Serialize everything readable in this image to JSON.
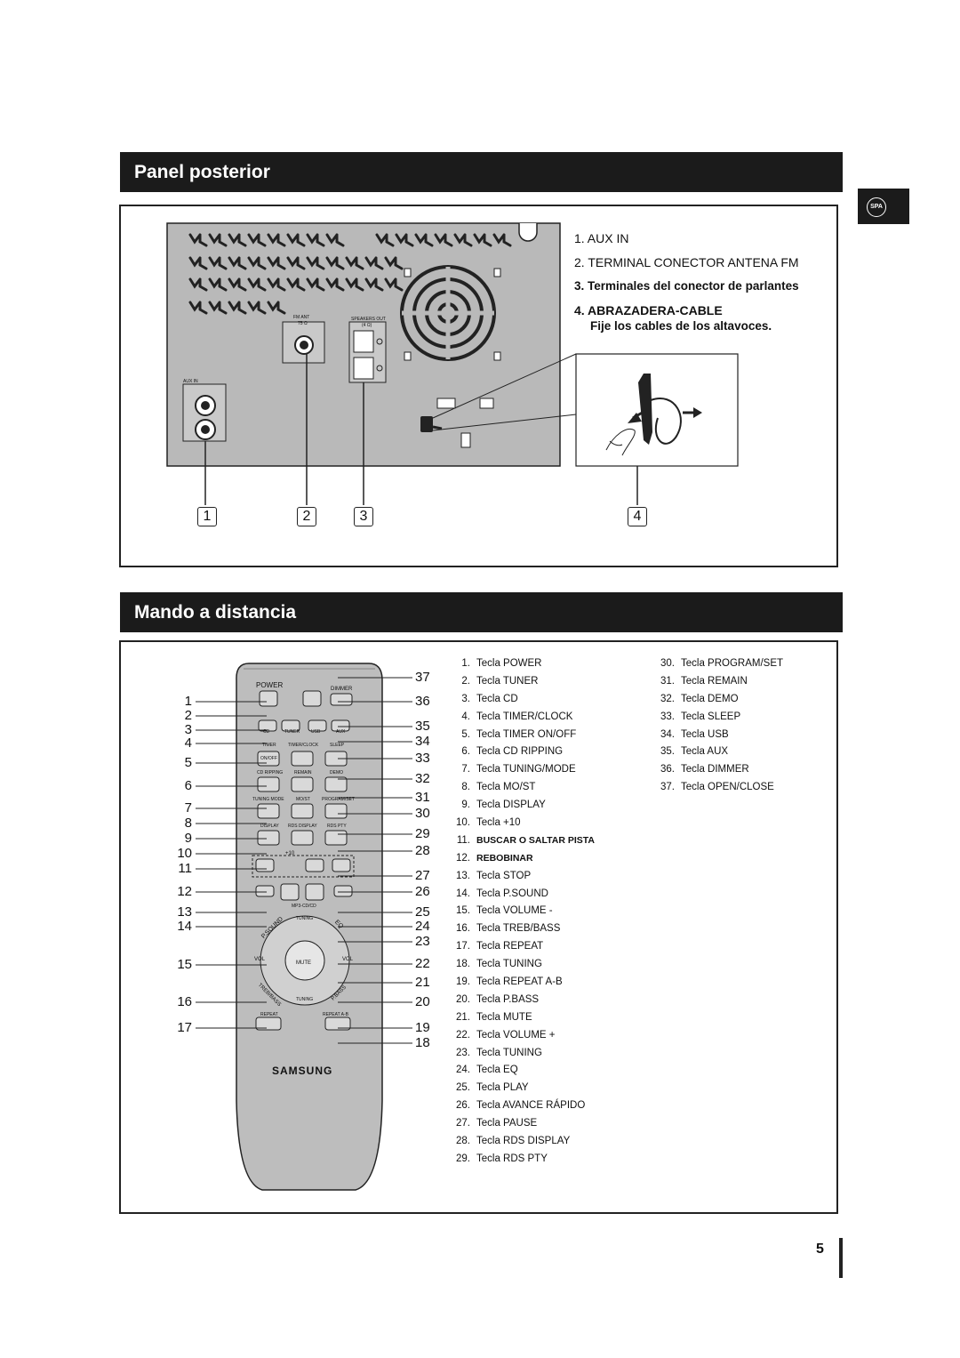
{
  "side_tab": "SPA",
  "rear_panel": {
    "heading": "Panel posterior",
    "items": [
      "1. AUX IN",
      "2. TERMINAL CONECTOR ANTENA FM",
      "3. Terminales del conector de parlantes",
      "4. ABRAZADERA-CABLE"
    ],
    "note": "Fije los cables de los altavoces.",
    "labels": {
      "aux_in": "AUX IN",
      "fm_ant": "FM ANT",
      "fm_ohm": "75 Ω",
      "speakers_out": "SPEAKERS OUT",
      "speakers_ohm": "(4 Ω)"
    },
    "callouts": [
      "1",
      "2",
      "3",
      "4"
    ]
  },
  "remote": {
    "heading": "Mando a distancia",
    "brand": "SAMSUNG",
    "button_labels": {
      "power": "POWER",
      "dimmer": "DIMMER",
      "cd": "CD",
      "tuner": "TUNER",
      "usb": "USB",
      "aux": "AUX",
      "timer": "TIMER",
      "timer_clock": "TIMER/CLOCK",
      "sleep": "SLEEP",
      "on_off": "ON/OFF",
      "cd_ripping": "CD RIPPING",
      "remain": "REMAIN",
      "demo": "DEMO",
      "tuning_mode": "TUNING MODE",
      "mo_st": "MO/ST",
      "program_set": "PROGRAM/SET",
      "display": "DISPLAY",
      "rds_display": "RDS DISPLAY",
      "rds_pty": "RDS PTY",
      "plus10": "+10",
      "mp3_cd": "MP3-CD/CD",
      "tuning": "TUNING",
      "vol": "VOL",
      "mute": "MUTE",
      "p_sound": "P.SOUND",
      "eq": "EQ",
      "treb_bass": "TREB/BASS",
      "p_bass": "P.BASS",
      "repeat": "REPEAT",
      "repeat_ab": "REPEAT A-B"
    },
    "left_numbers": [
      "1",
      "2",
      "3",
      "4",
      "5",
      "6",
      "7",
      "8",
      "9",
      "10",
      "11",
      "12",
      "13",
      "14",
      "15",
      "16",
      "17"
    ],
    "right_numbers": [
      "37",
      "36",
      "35",
      "34",
      "33",
      "32",
      "31",
      "30",
      "29",
      "28",
      "27",
      "26",
      "25",
      "24",
      "23",
      "22",
      "21",
      "20",
      "19",
      "18"
    ],
    "list_col1": [
      {
        "n": "1.",
        "t": "Tecla POWER"
      },
      {
        "n": "2.",
        "t": "Tecla TUNER"
      },
      {
        "n": "3.",
        "t": "Tecla CD"
      },
      {
        "n": "4.",
        "t": "Tecla TIMER/CLOCK"
      },
      {
        "n": "5.",
        "t": "Tecla TIMER ON/OFF"
      },
      {
        "n": "6.",
        "t": "Tecla CD RIPPING"
      },
      {
        "n": "7.",
        "t": "Tecla TUNING/MODE"
      },
      {
        "n": "8.",
        "t": "Tecla MO/ST"
      },
      {
        "n": "9.",
        "t": "Tecla DISPLAY"
      },
      {
        "n": "10.",
        "t": "Tecla +10"
      },
      {
        "n": "11.",
        "t": "BUSCAR O SALTAR PISTA"
      },
      {
        "n": "12.",
        "t": "REBOBINAR"
      },
      {
        "n": "13.",
        "t": "Tecla STOP"
      },
      {
        "n": "14.",
        "t": "Tecla P.SOUND"
      },
      {
        "n": "15.",
        "t": "Tecla VOLUME -"
      },
      {
        "n": "16.",
        "t": "Tecla TREB/BASS"
      },
      {
        "n": "17.",
        "t": "Tecla REPEAT"
      },
      {
        "n": "18.",
        "t": "Tecla TUNING"
      },
      {
        "n": "19.",
        "t": "Tecla REPEAT A-B"
      },
      {
        "n": "20.",
        "t": "Tecla P.BASS"
      },
      {
        "n": "21.",
        "t": "Tecla MUTE"
      },
      {
        "n": "22.",
        "t": "Tecla VOLUME +"
      },
      {
        "n": "23.",
        "t": "Tecla TUNING"
      },
      {
        "n": "24.",
        "t": "Tecla EQ"
      },
      {
        "n": "25.",
        "t": "Tecla PLAY"
      },
      {
        "n": "26.",
        "t": "Tecla AVANCE RÁPIDO"
      },
      {
        "n": "27.",
        "t": "Tecla PAUSE"
      },
      {
        "n": "28.",
        "t": "Tecla RDS DISPLAY"
      },
      {
        "n": "29.",
        "t": "Tecla RDS PTY"
      }
    ],
    "list_col2": [
      {
        "n": "30.",
        "t": "Tecla PROGRAM/SET"
      },
      {
        "n": "31.",
        "t": "Tecla REMAIN"
      },
      {
        "n": "32.",
        "t": "Tecla DEMO"
      },
      {
        "n": "33.",
        "t": "Tecla SLEEP"
      },
      {
        "n": "34.",
        "t": "Tecla USB"
      },
      {
        "n": "35.",
        "t": "Tecla AUX"
      },
      {
        "n": "36.",
        "t": "Tecla DIMMER"
      },
      {
        "n": "37.",
        "t": "Tecla OPEN/CLOSE"
      }
    ]
  },
  "page_number": "5"
}
